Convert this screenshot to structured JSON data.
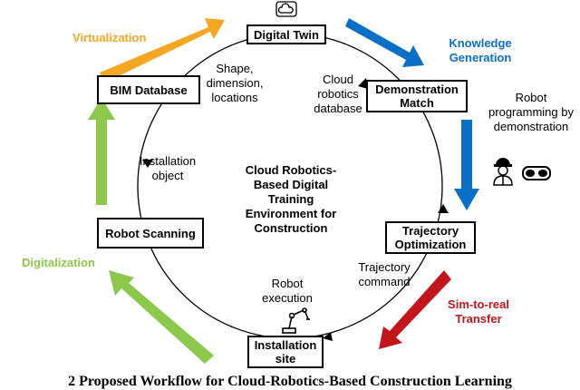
{
  "nodes": {
    "digital_twin": "Digital Twin",
    "demonstration_match": "Demonstration Match",
    "trajectory_optimization": "Trajectory Optimization",
    "installation_site": "Installation site",
    "robot_scanning": "Robot Scanning",
    "bim_database": "BIM Database"
  },
  "stages": {
    "virtualization": "Virtualization",
    "knowledge_generation": "Knowledge Generation",
    "sim_to_real": "Sim-to-real Transfer",
    "digitalization": "Digitalization"
  },
  "stage_colors": {
    "virtualization": "#f5a623",
    "knowledge_generation": "#0b6fc6",
    "sim_to_real": "#c0161c",
    "digitalization": "#8cc84b"
  },
  "labels": {
    "shape_dimension": "Shape, dimension, locations",
    "cloud_robotics_db": "Cloud robotics database",
    "robot_programming": "Robot programming by demonstration",
    "trajectory_command": "Trajectory command",
    "robot_execution": "Robot execution",
    "installation_object": "Installation object"
  },
  "center_text": "Cloud Robotics-Based Digital Training Environment for Construction",
  "caption": "2 Proposed Workflow for Cloud-Robotics-Based Construction Learning",
  "icons": [
    "cloud-icon",
    "worker-icon",
    "vr-headset-icon",
    "robot-arm-icon"
  ]
}
